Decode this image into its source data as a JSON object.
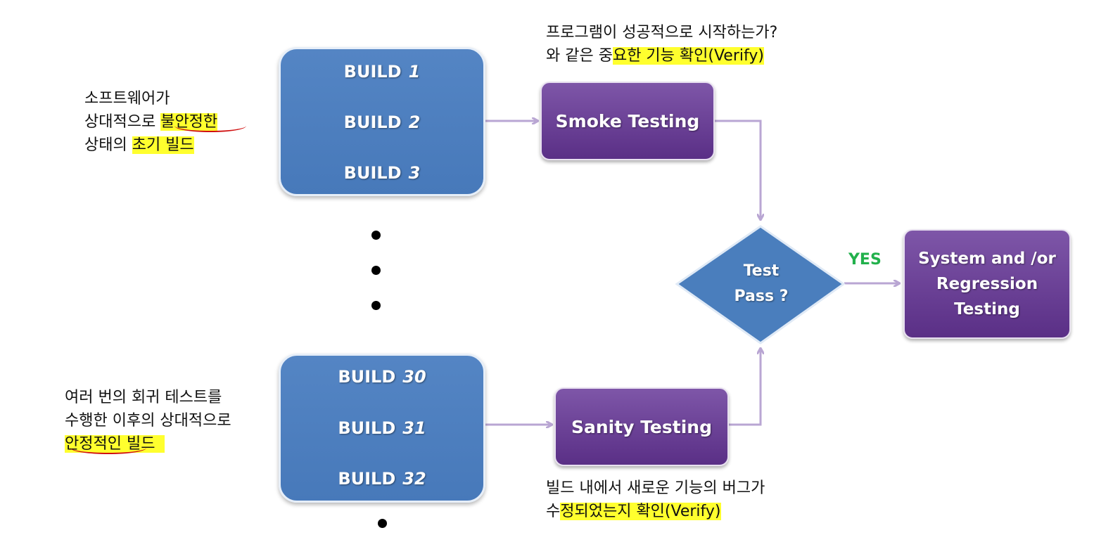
{
  "builds_top": [
    {
      "label": "BUILD",
      "num": "1"
    },
    {
      "label": "BUILD",
      "num": "2"
    },
    {
      "label": "BUILD",
      "num": "3"
    }
  ],
  "builds_bottom": [
    {
      "label": "BUILD",
      "num": "30"
    },
    {
      "label": "BUILD",
      "num": "31"
    },
    {
      "label": "BUILD",
      "num": "32"
    }
  ],
  "smoke": {
    "label": "Smoke Testing"
  },
  "sanity": {
    "label": "Sanity Testing"
  },
  "decision": {
    "line1": "Test",
    "line2": "Pass ?"
  },
  "yes_label": "YES",
  "system": {
    "line1": "System and /or",
    "line2": "Regression",
    "line3": "Testing"
  },
  "notes": {
    "top_left": {
      "l1": "소프트웨어가",
      "l2a": "상대적으로 ",
      "l2b": "불안정한",
      "l3a": "상태의 ",
      "l3b": "초기 빌드"
    },
    "bottom_left": {
      "l1": "여러 번의 회귀 테스트를",
      "l2": "수행한 이후의 상대적으로",
      "l3": "안정적인 빌드"
    },
    "top_right": {
      "l1": "프로그램이 성공적으로 시작하는가?",
      "l2a": "와 같은 중",
      "l2b": "요한 기능 확인(Verify)"
    },
    "bottom_right": {
      "l1": "빌드 내에서 새로운 기능의 버그가",
      "l2a": "수",
      "l2b": "정되었는지 확인(Verify)"
    }
  },
  "colors": {
    "build_box": "#4f81bd",
    "process_box": "#6a3f96",
    "decision": "#4a7ebd",
    "arrow": "#b9a6d3",
    "yes": "#22b14c",
    "highlight": "#ffff2e",
    "underline": "#d01010"
  }
}
